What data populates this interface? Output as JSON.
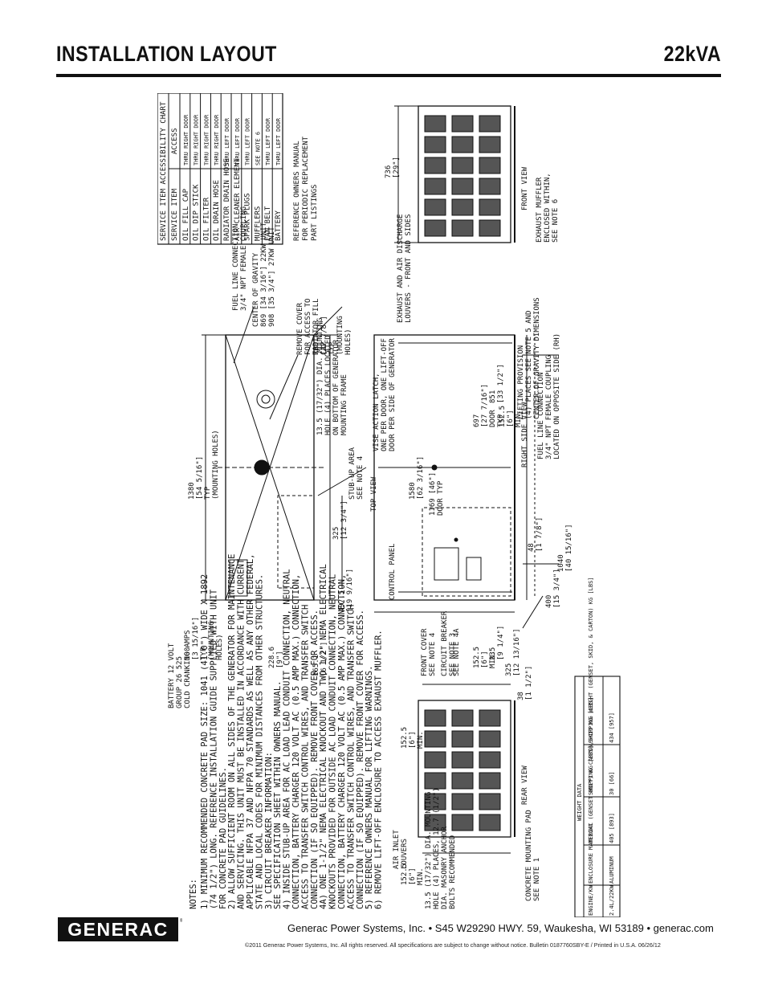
{
  "header": {
    "title": "INSTALLATION LAYOUT",
    "model": "22kVA"
  },
  "notes": {
    "heading": "NOTES:",
    "lines": [
      "1)  MINIMUM RECOMMENDED CONCRETE PAD SIZE: 1041 (41.0\") WIDE X 1892",
      "    (74 1/2\") LONG. REFERENCE INSTALLATION GUIDE SUPPLIED WITH UNIT",
      "    FOR CONCRETE PAD GUIDELINES.",
      "2)  ALLOW SUFFICIENT ROOM ON ALL SIDES OF THE GENERATOR FOR MAINTENANCE",
      "    AND SERVICING. THIS UNIT MUST BE INSTALLED IN ACCORDANCE WITH CURRENT",
      "    APPLICABLE NFPA 37 AND NFPA 70 STANDARDS AS WELL AS ANY OTHER FEDERAL,",
      "    STATE AND LOCAL CODES FOR MINIMUM DISTANCES FROM OTHER STRUCTURES.",
      "3)  CIRCUIT BREAKER INFORMATION:",
      "    SEE SPECIFICATION SHEET WITHIN OWNERS MANUAL.",
      "4)  INSIDE STUB-UP AREA FOR AC LOAD LEAD CONDUIT CONNECTION, NEUTRAL",
      "    CONNECTION, BATTERY CHARGER 120 VOLT AC (0.5 AMP MAX.) CONNECTION,",
      "    ACCESS TO TRANSFER SWITCH CONTROL WIRES, AND TRANSFER SWITCH",
      "    CONNECTION (IF SO EQUIPPED). REMOVE FRONT COVER FOR ACCESS.",
      "4A) ONE 1-1/2\" NEMA ELECTRICAL KNOCKOUT AND TWO 1/2\" NEMA ELECTRICAL",
      "    KNOCKOUTS PROVIDED FOR OUTSIDE AC LOAD CONDUIT CONNECTION, NEUTRAL",
      "    CONNECTION, BATTERY CHARGER 120 VOLT AC (0.5 AMP MAX.) CONNECTION,",
      "    ACCESS TO TRANSFER SWITCH CONTROL WIRES, AND TRANSFER SWITCH",
      "    CONNECTION (IF SO EQUIPPED). REMOVE FRONT COVER FOR ACCESS.",
      "5)  REFERENCE OWNERS MANUAL FOR LIFTING WARNINGS.",
      "6)  REMOVE LIFT-OFF ENCLOSURE TO ACCESS EXHAUST MUFFLER."
    ]
  },
  "accessibility": {
    "title": "SERVICE ITEM ACCESSIBILITY CHART",
    "col_item": "SERVICE ITEM",
    "col_access": "ACCESS",
    "rows": [
      {
        "item": "OIL FILL CAP",
        "access": "THRU RIGHT DOOR"
      },
      {
        "item": "OIL DIP STICK",
        "access": "THRU RIGHT DOOR"
      },
      {
        "item": "OIL FILTER",
        "access": "THRU RIGHT DOOR"
      },
      {
        "item": "OIL DRAIN HOSE",
        "access": "THRU RIGHT DOOR"
      },
      {
        "item": "RADIATOR DRAIN HOSE",
        "access": "THRU LEFT DOOR"
      },
      {
        "item": "AIR CLEANER ELEMENT",
        "access": "THRU LEFT DOOR"
      },
      {
        "item": "SPARK PLUGS",
        "access": "THRU LEFT DOOR"
      },
      {
        "item": "MUFFLERS",
        "access": "SEE NOTE 6"
      },
      {
        "item": "FAN BELT",
        "access": "THRU LEFT DOOR"
      },
      {
        "item": "BATTERY",
        "access": "THRU LEFT DOOR"
      }
    ],
    "reference": [
      "REFERENCE OWNERS MANUAL",
      "FOR PERIODIC REPLACEMENT",
      "PART LISTINGS"
    ]
  },
  "top_view": {
    "label": "TOP VIEW",
    "battery": [
      "BATTERY 12 VOLT",
      "GROUP 26 525",
      "COLD CRANKING AMPS"
    ],
    "fuel": [
      "FUEL LINE CONNECTION",
      "3/4\" NPT FEMALE COUPLING"
    ],
    "cog": [
      "CENTER OF GRAVITY",
      "869 [34 3/16\"] 22KW UNIT",
      "908 [35 3/4\"] 27KW UNIT"
    ],
    "radiator": [
      "REMOVE COVER",
      "FOR ACCESS TO",
      "RADIATOR FILL",
      "CAP"
    ],
    "mount": [
      "13.5 (17/32\") DIA. MOUNTING",
      "HOLE (4) PLACES LOCATED",
      "ON BOTTOM OF GENERATOR",
      "MOUNTING FRAME"
    ],
    "stub": [
      "STUB-UP AREA",
      "SEE NOTE 4"
    ],
    "d1380": [
      "1380",
      "[54 5/16\"]",
      "TYP",
      "(MOUNTING HOLES)"
    ],
    "d709": [
      "709",
      "[27 7/8\"]",
      "TYP",
      "(MOUNTING",
      "HOLES)"
    ],
    "d100": [
      "100",
      "[3 15/16\"]",
      "TYP",
      "(MOUNTING",
      "HOLES)"
    ],
    "d325": [
      "325",
      "[12 3/4\"]"
    ],
    "d4975": [
      "497.5",
      "[19 9/16\"]"
    ],
    "d2286": [
      "228.6",
      "[9\"]"
    ],
    "d1651": [
      "165.1",
      "[6 1/2\"]"
    ]
  },
  "right_side_view": {
    "label": "RIGHT SIDE VIEW",
    "latch": [
      "VISE ACTION LATCH,",
      "ONE PER DOOR, ONE LIFT-OFF",
      "DOOR PER SIDE OF GENERATOR"
    ],
    "exhaust": [
      "EXHAUST AND AIR DISCHARGE",
      "LOUVERS - FRONT AND SIDES"
    ],
    "lifting": [
      "LIFTING PROVISION",
      "(4) PLACES SEE NOTE 5 AND",
      "CENTER OF GRAVITY DIMENSIONS"
    ],
    "fuel": [
      "FUEL LINE CONNECTION",
      "3/4\" NPT FEMALE COUPLING",
      "LOCATED ON OPPOSITE SIDE (RH)"
    ],
    "control_panel": "CONTROL PANEL",
    "front_cover": [
      "FRONT COVER",
      "SEE NOTE 4"
    ],
    "breaker": [
      "CIRCUIT BREAKER",
      "SEE NOTE 3"
    ],
    "see_4a": "SEE NOTE 4A",
    "d1580": [
      "1580",
      "[62 3/16\"]"
    ],
    "d1169": [
      "1169 [46\"]",
      "DOOR TYP"
    ],
    "d697": [
      "697",
      "[27 7/16\"]",
      "DOOR",
      "TYP"
    ],
    "d851": [
      "851",
      "[33 1/2\"]"
    ],
    "d1525a": [
      "152.5",
      "[6\"]",
      "MIN."
    ],
    "d1525b": [
      "152.5",
      "[6\"]",
      "MIN."
    ],
    "d48": [
      "48",
      "[1 7/8\"]"
    ],
    "d1040": [
      "1040",
      "[40 15/16\"]"
    ],
    "d400": [
      "400",
      "[15 3/4\"]"
    ],
    "d235": [
      "235",
      "[9 1/4\"]"
    ],
    "d325": [
      "325",
      "[12 13/16\"]"
    ],
    "d38": [
      "38",
      "[1 1/2\"]"
    ]
  },
  "front_view": {
    "label": "FRONT VIEW",
    "d736": [
      "736",
      "[29\"]"
    ],
    "muffler": [
      "EXHAUST MUFFLER",
      "ENCLOSED WITHIN,",
      "SEE NOTE 6"
    ]
  },
  "rear_view": {
    "label": "REAR VIEW",
    "air_inlet": [
      "AIR INLET",
      "LOUVERS"
    ],
    "d1525_top": [
      "152.5",
      "[6\"]",
      "MIN."
    ],
    "d1525_bot": [
      "152.5",
      "[6\"]",
      "MIN."
    ],
    "mount": [
      "13.5 (17/32\") DIA. MOUNTING",
      "HOLE (4) PLACES, 12.7 (1/2\")",
      "DIA. MASONRY ANCHOR",
      "BOLTS RECOMMENDED"
    ],
    "pad": [
      "CONCRETE MOUNTING PAD",
      "SEE NOTE 1"
    ]
  },
  "weight_table": {
    "title": "WEIGHT DATA",
    "headers": [
      "ENGINE/KW",
      "ENCLOSURE MATERIAL",
      "WEIGHT (GENSET ONLY) KG [LBS]",
      "SHIPPING CARTON/SKID KG [LBS]",
      "SHIPPING WEIGHT (GENSET, SKID, & CARTON) KG [LBS]"
    ],
    "row": [
      "2.4L/22KW",
      "ALUMINUM",
      "405 [893]",
      "30 [66]",
      "434 [957]"
    ]
  },
  "footer": {
    "logo": "GENERAC",
    "address": "Generac Power Systems, Inc. • S45 W29290 HWY. 59,  Waukesha, WI 53189 • generac.com",
    "fine": "©2011 Generac Power Systems, Inc. All rights reserved. All specifications are subject to change without notice. Bulletin 0187760SBY-E / Printed in U.S.A. 06/26/12"
  }
}
